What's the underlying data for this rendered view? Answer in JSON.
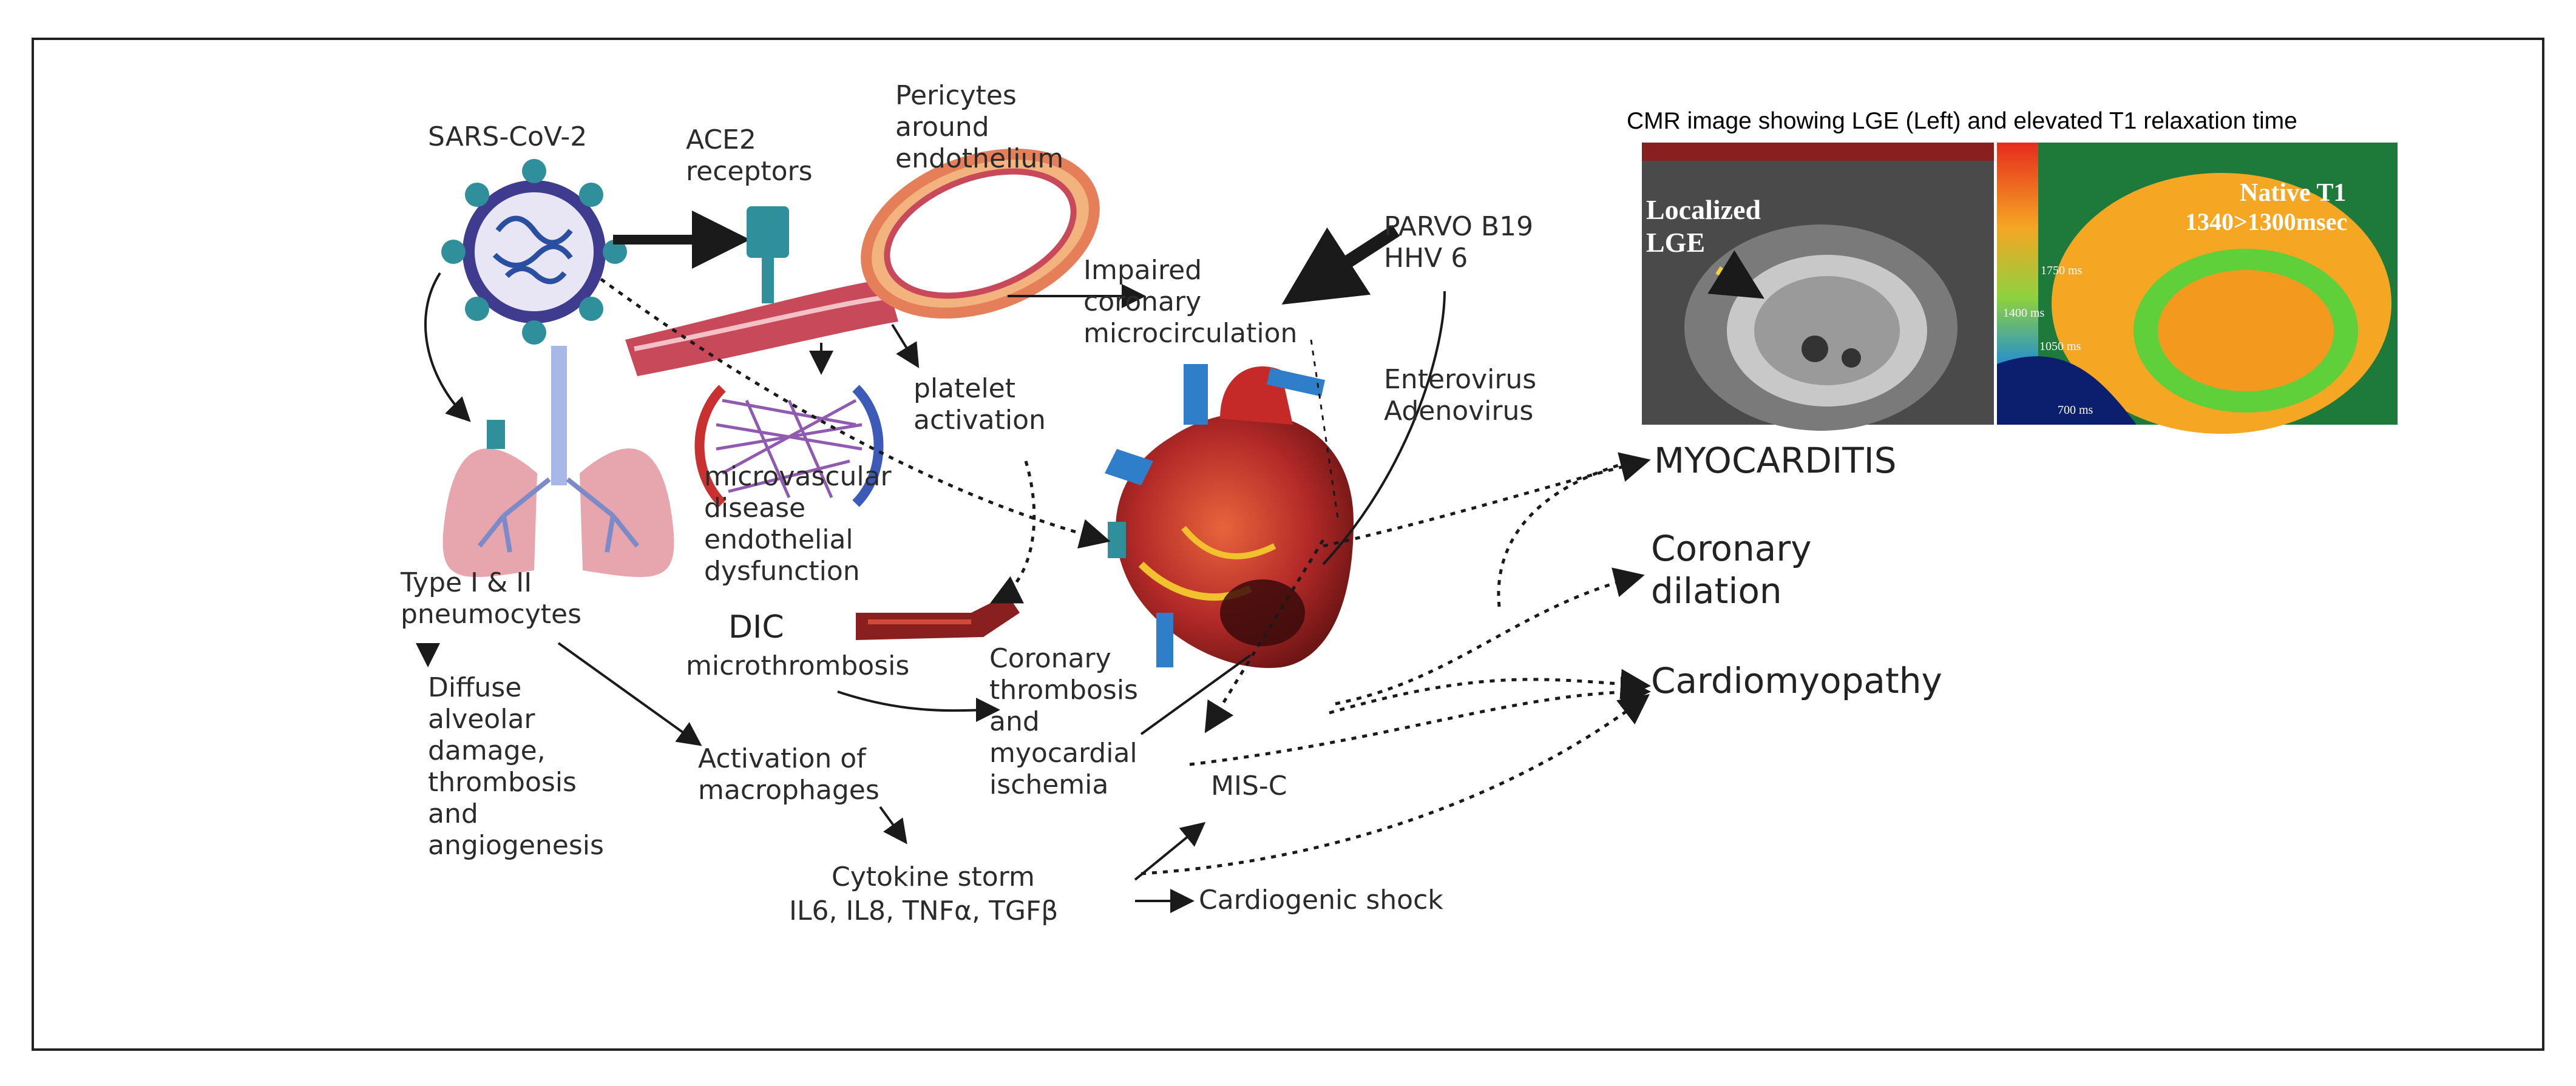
{
  "caption": "CMR image showing LGE (Left) and elevated T1 relaxation time",
  "labels": {
    "sars": "SARS-CoV-2",
    "ace2_1": "ACE2",
    "ace2_2": "receptors",
    "peri_1": "Pericytes",
    "peri_2": "around",
    "peri_3": "endothelium",
    "impaired_1": "Impaired",
    "impaired_2": "coronary",
    "impaired_3": "microcirculation",
    "parvo_1": "PARVO B19",
    "parvo_2": "HHV 6",
    "entero_1": "Enterovirus",
    "entero_2": "Adenovirus",
    "platelet_1": "platelet",
    "platelet_2": "activation",
    "micro_1": "microvascular",
    "micro_2": "disease",
    "micro_3": "endothelial",
    "micro_4": "dysfunction",
    "type_1": "Type I & II",
    "type_2": "pneumocytes",
    "diffuse_1": "Diffuse",
    "diffuse_2": "alveolar",
    "diffuse_3": "damage,",
    "diffuse_4": "thrombosis",
    "diffuse_5": "and",
    "diffuse_6": "angiogenesis",
    "dic_1": "DIC",
    "dic_2": "microthrombosis",
    "coronary_1": "Coronary",
    "coronary_2": "thrombosis",
    "coronary_3": "and",
    "coronary_4": "myocardial",
    "coronary_5": "ischemia",
    "macro_1": "Activation of",
    "macro_2": "macrophages",
    "misc": "MIS-C",
    "cyto_1": "Cytokine storm",
    "cyto_2": "IL6, IL8, TNFα, TGFβ",
    "shock": "Cardiogenic shock",
    "myocarditis": "MYOCARDITIS",
    "cor_dil_1": "Coronary",
    "cor_dil_2": "dilation",
    "cardiomyopathy": "Cardiomyopathy"
  },
  "cmr": {
    "left_1": "Localized",
    "left_2": "LGE",
    "right_1": "Native T1",
    "right_2": "1340>1300msec",
    "scale_1": "1750 ms",
    "scale_2": "1400 ms",
    "scale_3": "1050 ms",
    "scale_4": "700 ms"
  },
  "colors": {
    "arrow": "#1a1a1a",
    "virus": "#2f8f9a",
    "vessel": "#c8495a",
    "lung": "#e7a6ad",
    "heart": "#c8312f",
    "frame": "#222222"
  },
  "icons": [
    "virus-icon",
    "receptor-icon",
    "vessel-icon",
    "lungs-icon",
    "capillary-icon",
    "clot-vessel-icon",
    "heart-icon",
    "cmr-lge-image",
    "cmr-t1-map-image"
  ]
}
